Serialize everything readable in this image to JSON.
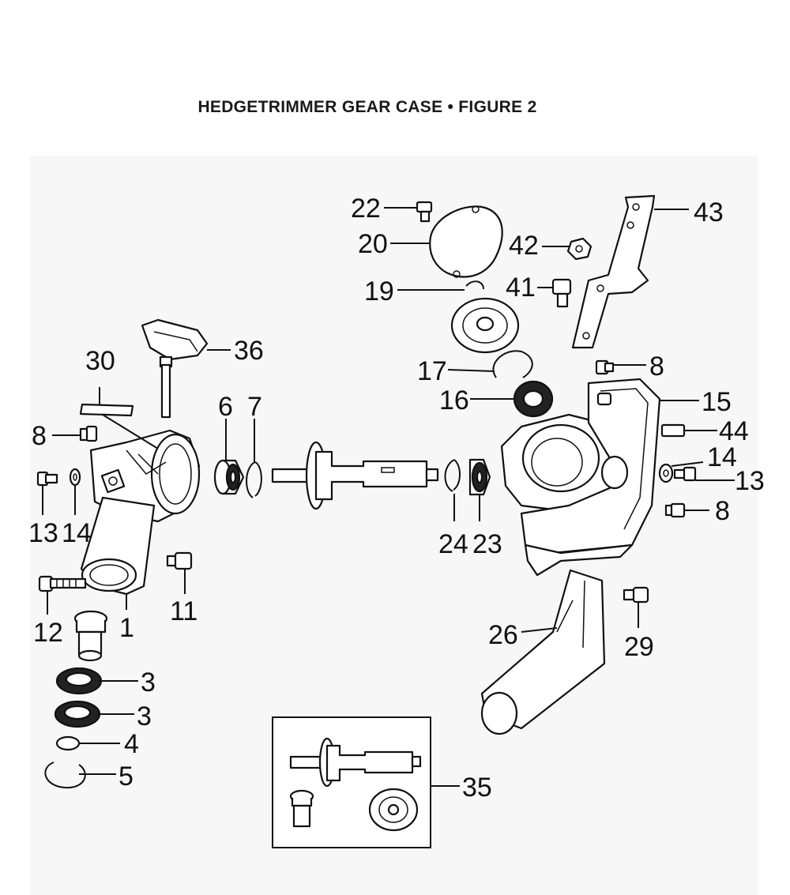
{
  "header": {
    "title": "HEDGETRIMMER GEAR CASE  •  FIGURE 2"
  },
  "callouts": {
    "c1": "1",
    "c3a": "3",
    "c3b": "3",
    "c4": "4",
    "c5": "5",
    "c6": "6",
    "c7": "7",
    "c8a": "8",
    "c8b": "8",
    "c8c": "8",
    "c11": "11",
    "c12": "12",
    "c13a": "13",
    "c13b": "13",
    "c14a": "14",
    "c14b": "14",
    "c15": "15",
    "c16": "16",
    "c17": "17",
    "c19": "19",
    "c20": "20",
    "c22": "22",
    "c23": "23",
    "c24": "24",
    "c26": "26",
    "c29": "29",
    "c30": "30",
    "c35": "35",
    "c36": "36",
    "c41": "41",
    "c42": "42",
    "c43": "43",
    "c44": "44"
  }
}
